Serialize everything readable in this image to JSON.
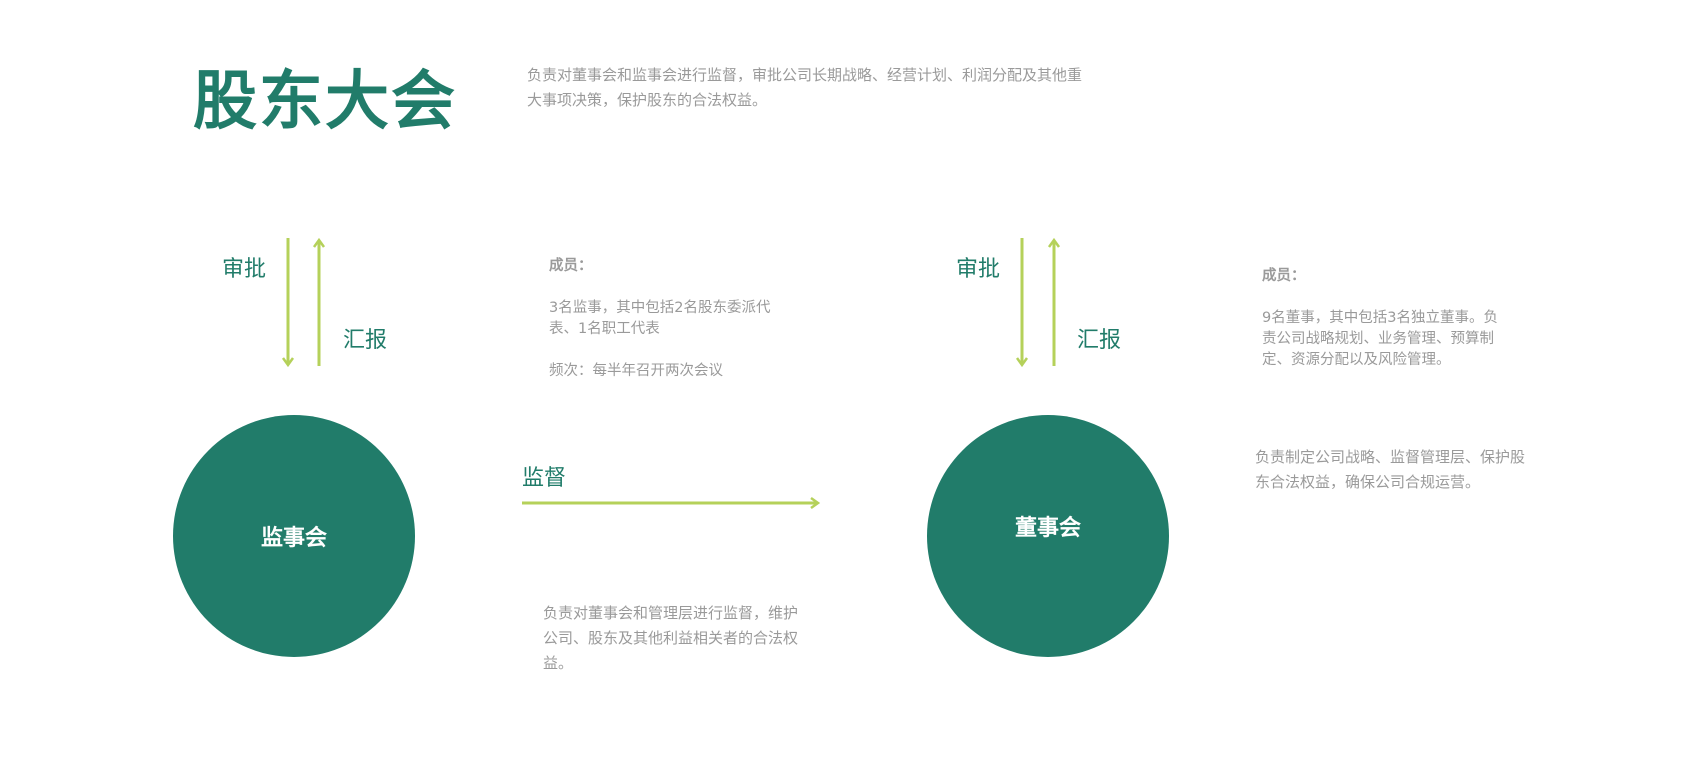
{
  "header": {
    "title": "股东大会",
    "description": "负责对董事会和监事会进行监督，审批公司长期战略、经营计划、利润分配及其他重大事项决策，保护股东的合法权益。"
  },
  "left_flow": {
    "approve_label": "审批",
    "report_label": "汇报"
  },
  "right_flow": {
    "approve_label": "审批",
    "report_label": "汇报"
  },
  "supervisory_board": {
    "name": "监事会",
    "members_title": "成员：",
    "members_text": "3名监事，其中包括2名股东委派代表、1名职工代表",
    "frequency_text": "频次：每半年召开两次会议",
    "duty_text": "负责对董事会和管理层进行监督，维护公司、股东及其他利益相关者的合法权益。"
  },
  "supervise_arrow": {
    "label": "监督"
  },
  "board_of_directors": {
    "name": "董事会",
    "members_title": "成员：",
    "members_text": "9名董事，其中包括3名独立董事。负责公司战略规划、业务管理、预算制定、资源分配以及风险管理。",
    "duty_text": "负责制定公司战略、监督管理层、保护股东合法权益，确保公司合规运营。"
  },
  "colors": {
    "primary": "#217c6a",
    "arrow": "#b5d15a",
    "text_gray": "#9a9a9a"
  }
}
